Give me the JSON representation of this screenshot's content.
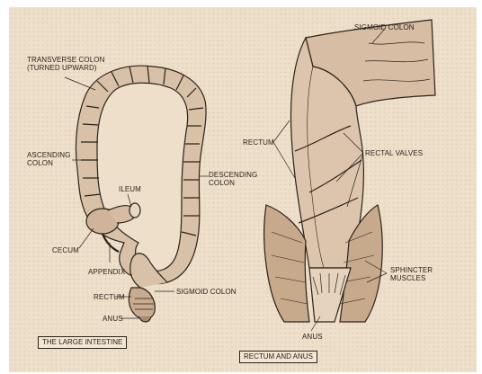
{
  "captions": {
    "left_panel": "THE LARGE INTESTINE",
    "right_panel": "RECTUM AND ANUS"
  },
  "labels": {
    "transverse_colon_1": "TRANSVERSE COLON",
    "transverse_colon_2": "(TURNED UPWARD)",
    "ascending_colon_1": "ASCENDING",
    "ascending_colon_2": "COLON",
    "ileum": "ILEUM",
    "descending_colon_1": "DESCENDING",
    "descending_colon_2": "COLON",
    "cecum": "CECUM",
    "appendix": "APPENDIX",
    "rectum_left": "RECTUM",
    "sigmoid_colon_left": "SIGMOID COLON",
    "anus_left": "ANUS",
    "sigmoid_colon_right": "SIGMOID COLON",
    "rectum_right": "RECTUM",
    "rectal_valves": "RECTAL VALVES",
    "sphincter_1": "SPHINCTER",
    "sphincter_2": "MUSCLES",
    "anus_right": "ANUS"
  },
  "colors": {
    "background": "#eedfca",
    "tissue": "#d9c1a8",
    "ink": "#2a221c"
  }
}
